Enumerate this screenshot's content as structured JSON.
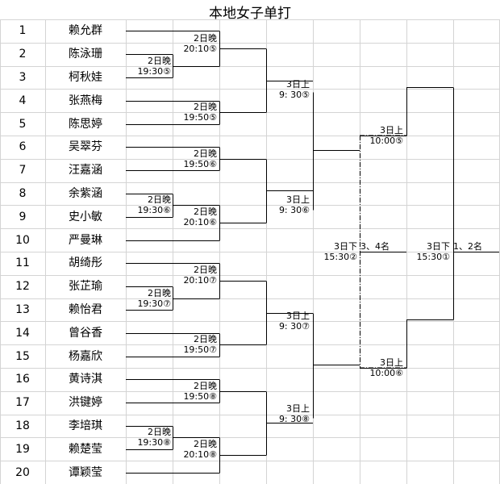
{
  "title": "本地女子单打",
  "players": [
    {
      "num": "1",
      "name": "赖允群"
    },
    {
      "num": "2",
      "name": "陈泳珊"
    },
    {
      "num": "3",
      "name": "柯秋娃"
    },
    {
      "num": "4",
      "name": "张燕梅"
    },
    {
      "num": "5",
      "name": "陈思婷"
    },
    {
      "num": "6",
      "name": "吴翠芬"
    },
    {
      "num": "7",
      "name": "汪嘉涵"
    },
    {
      "num": "8",
      "name": "余紫涵"
    },
    {
      "num": "9",
      "name": "史小敏"
    },
    {
      "num": "10",
      "name": "严曼琳"
    },
    {
      "num": "11",
      "name": "胡绮彤"
    },
    {
      "num": "12",
      "name": "张芷瑜"
    },
    {
      "num": "13",
      "name": "赖怡君"
    },
    {
      "num": "14",
      "name": "曾谷香"
    },
    {
      "num": "15",
      "name": "杨嘉欣"
    },
    {
      "num": "16",
      "name": "黄诗淇"
    },
    {
      "num": "17",
      "name": "洪键婷"
    },
    {
      "num": "18",
      "name": "李培琪"
    },
    {
      "num": "19",
      "name": "赖楚莹"
    },
    {
      "num": "20",
      "name": "谭颖莹"
    }
  ],
  "matches": [
    {
      "line1": "2日晚",
      "line2": "20:10⑤"
    },
    {
      "line1": "2日晚",
      "line2": "19:30⑤"
    },
    {
      "line1": "2日晚",
      "line2": "19:50⑤"
    },
    {
      "line1": "2日晚",
      "line2": "19:50⑥"
    },
    {
      "line1": "2日晚",
      "line2": "19:30⑥"
    },
    {
      "line1": "2日晚",
      "line2": "20:10⑥"
    },
    {
      "line1": "2日晚",
      "line2": "20:10⑦"
    },
    {
      "line1": "2日晚",
      "line2": "19:30⑦"
    },
    {
      "line1": "2日晚",
      "line2": "19:50⑦"
    },
    {
      "line1": "2日晚",
      "line2": "19:50⑧"
    },
    {
      "line1": "2日晚",
      "line2": "19:30⑧"
    },
    {
      "line1": "2日晚",
      "line2": "20:10⑧"
    },
    {
      "line1": "3日上",
      "line2": "9: 30⑤"
    },
    {
      "line1": "3日上",
      "line2": "9: 30⑥"
    },
    {
      "line1": "3日上",
      "line2": "9: 30⑦"
    },
    {
      "line1": "3日上",
      "line2": "9: 30⑧"
    },
    {
      "line1": "3日上",
      "line2": "10:00⑤"
    },
    {
      "line1": "3日上",
      "line2": "10:00⑥"
    },
    {
      "line1": "3日下",
      "line2": "15:30②"
    },
    {
      "line1": "3日下",
      "line2": "15:30①"
    }
  ],
  "places": {
    "third_fourth": "3、4名",
    "first_second": "1、2名"
  }
}
